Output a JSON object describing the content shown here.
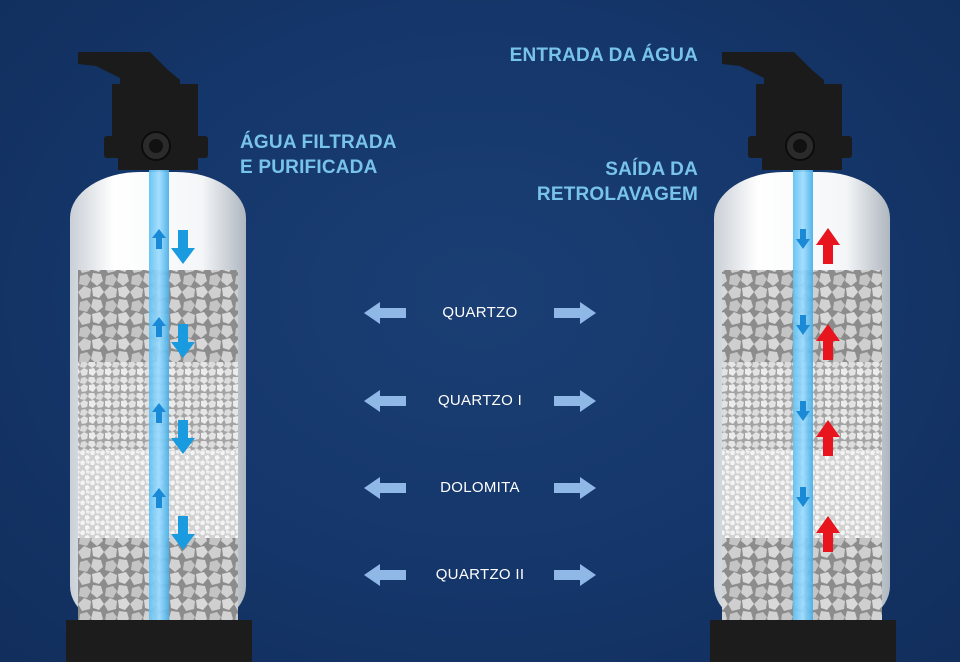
{
  "left_filter": {
    "outlet_label": [
      "ÁGUA FILTRADA",
      "E PURIFICADA"
    ]
  },
  "right_filter": {
    "inlet_label": "ENTRADA DA ÁGUA",
    "backwash_label": [
      "SAÍDA DA",
      "RETROLAVAGEM"
    ]
  },
  "layers": [
    {
      "name": "QUARTZO"
    },
    {
      "name": "QUARTZO I"
    },
    {
      "name": "DOLOMITA"
    },
    {
      "name": "QUARTZO II"
    }
  ],
  "colors": {
    "background": "#143464",
    "label_blue": "#78c3ec",
    "water_blue": "#1a9be0",
    "backwash_red": "#e8141e",
    "pointer_arrow": "#8fb8e6",
    "valve_black": "#1b1b1b"
  }
}
